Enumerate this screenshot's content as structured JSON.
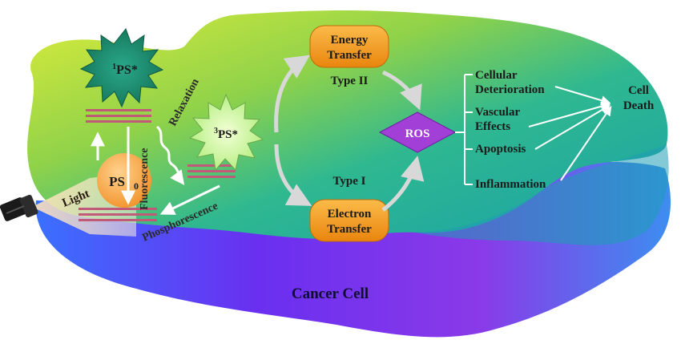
{
  "title": "Photodynamic therapy mechanism in a cancer cell",
  "cell_label": "Cancer Cell",
  "states": {
    "singlet_sup": "1",
    "singlet_main": "PS*",
    "triplet_sup": "3",
    "triplet_main": "PS*",
    "ground_main": "PS",
    "ground_sub": "0"
  },
  "labels": {
    "light": "Light",
    "fluorescence": "Fluorescence",
    "relaxation": "Relaxation",
    "phosphorescence": "Phosphorescence"
  },
  "pathways": {
    "type2": "Type II",
    "type1": "Type I",
    "energy_transfer_line1": "Energy",
    "energy_transfer_line2": "Transfer",
    "electron_transfer_line1": "Electron",
    "electron_transfer_line2": "Transfer",
    "ros": "ROS"
  },
  "effects": [
    {
      "line1": "Cellular",
      "line2": "Deterioration"
    },
    {
      "line1": "Vascular",
      "line2": "Effects"
    },
    {
      "line1": "Apoptosis",
      "line2": ""
    },
    {
      "line1": "Inflammation",
      "line2": ""
    }
  ],
  "outcome": {
    "line1": "Cell",
    "line2": "Death"
  },
  "colors": {
    "pill_orange": "#f59a1e",
    "ros_purple": "#a23fd6",
    "star_green_dark": "#1c9a78",
    "star_green_light": "#d7f7a8",
    "ps0_orange": "#f8a64c",
    "energy_bars": "#c05a78",
    "cell_top": "#c8e63a",
    "cell_mid": "#33b68a",
    "cell_bottom": "#6a2ff0"
  }
}
